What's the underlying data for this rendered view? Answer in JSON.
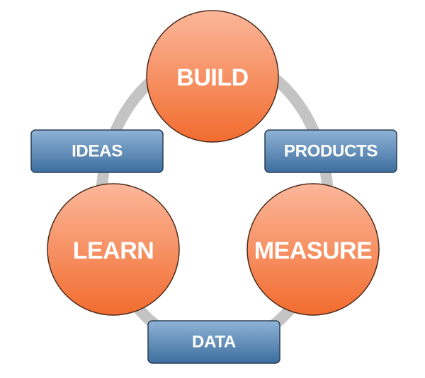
{
  "cycle": {
    "stages": [
      {
        "id": "build",
        "label": "BUILD"
      },
      {
        "id": "measure",
        "label": "MEASURE"
      },
      {
        "id": "learn",
        "label": "LEARN"
      }
    ],
    "outputs": [
      {
        "id": "products",
        "label": "PRODUCTS"
      },
      {
        "id": "data",
        "label": "DATA"
      },
      {
        "id": "ideas",
        "label": "IDEAS"
      }
    ]
  },
  "colors": {
    "ring": "#c4c4c4",
    "circle_top": "#fbb79a",
    "circle_bottom": "#f26c2f",
    "circle_stroke": "#4a2a1a",
    "box_top": "#8fb3d6",
    "box_bottom": "#3d6e9e",
    "box_stroke": "#2a3f55",
    "text": "#ffffff"
  }
}
